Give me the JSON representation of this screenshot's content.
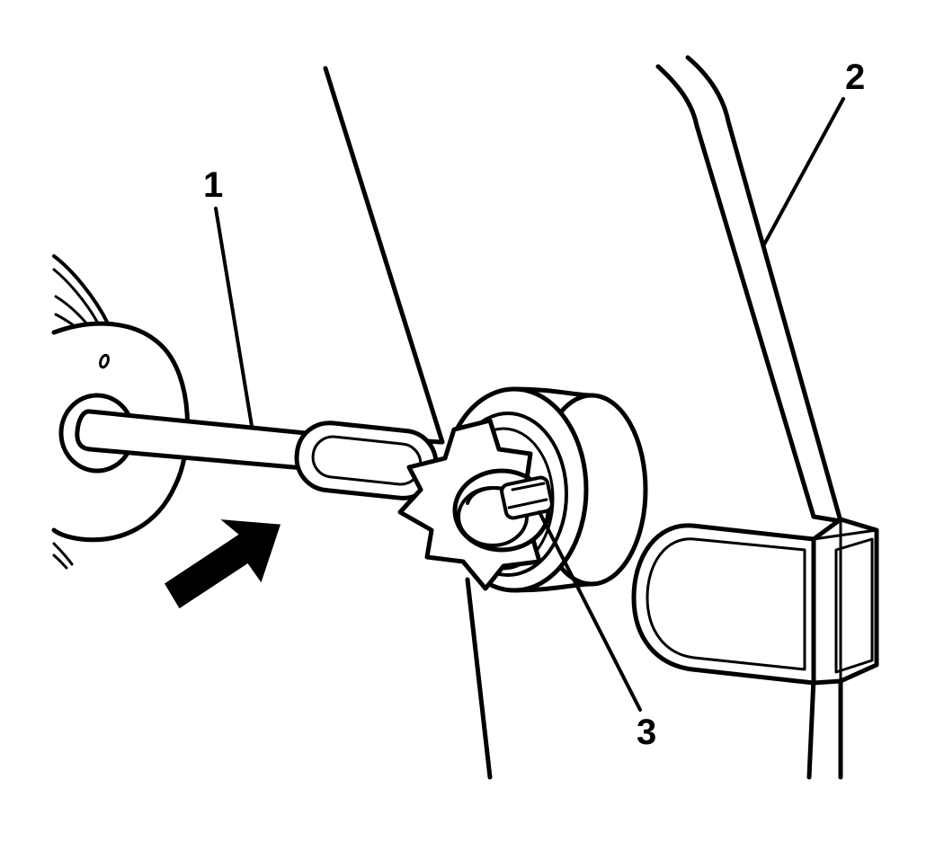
{
  "diagram": {
    "callouts": [
      {
        "id": "1",
        "label": "1"
      },
      {
        "id": "2",
        "label": "2"
      },
      {
        "id": "3",
        "label": "3"
      }
    ],
    "colors": {
      "ink": "#000000",
      "paper": "#ffffff"
    }
  }
}
